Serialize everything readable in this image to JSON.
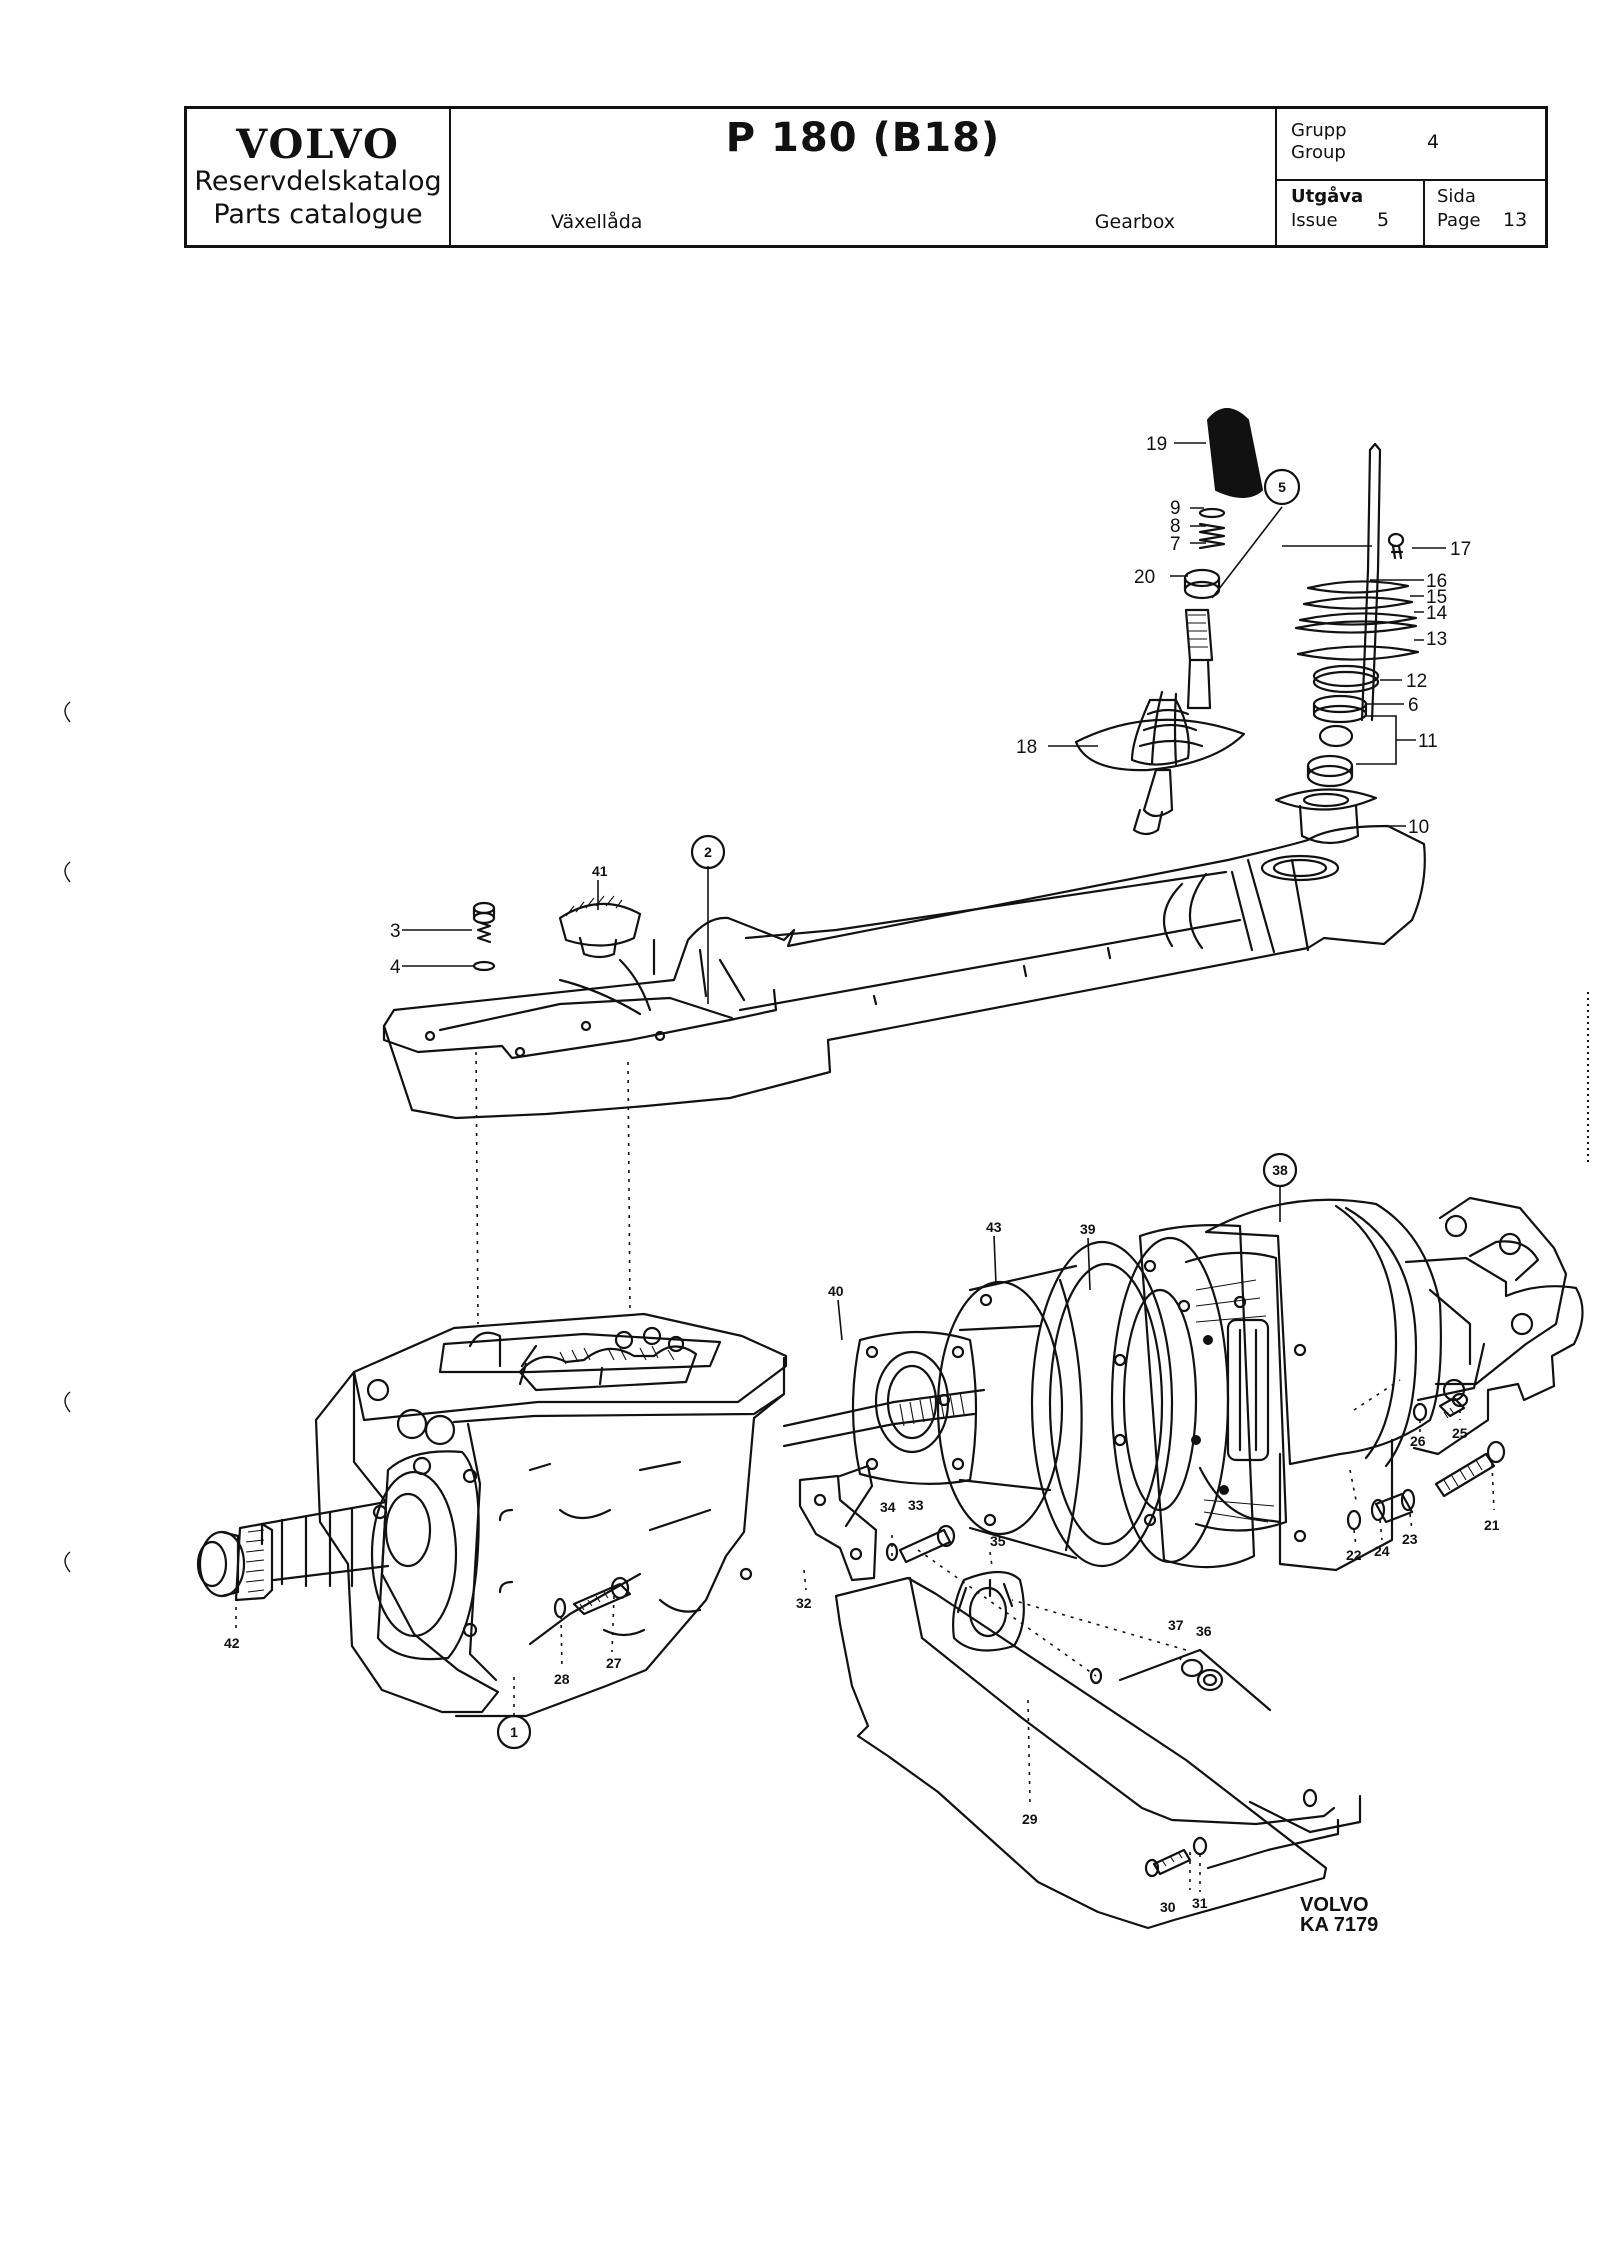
{
  "header": {
    "brand": "VOLVO",
    "catalog_sv": "Reservdelskatalog",
    "catalog_en": "Parts catalogue",
    "model": "P 180 (B18)",
    "subject_sv": "Växellåda",
    "subject_en": "Gearbox",
    "group_label_sv": "Grupp",
    "group_label_en": "Group",
    "group_value": "4",
    "issue_label_sv": "Utgåva",
    "issue_label_en": "Issue",
    "issue_value": "5",
    "page_label_sv": "Sida",
    "page_label_en": "Page",
    "page_value": "13"
  },
  "callouts": {
    "c1": "1",
    "c2": "2",
    "c3": "3",
    "c4": "4",
    "c5": "5",
    "c6": "6",
    "c7": "7",
    "c8": "8",
    "c9": "9",
    "c10": "10",
    "c11": "11",
    "c12": "12",
    "c13": "13",
    "c14": "14",
    "c15": "15",
    "c16": "16",
    "c17": "17",
    "c18": "18",
    "c19": "19",
    "c20": "20",
    "c21": "21",
    "c22": "22",
    "c23": "23",
    "c24": "24",
    "c25": "25",
    "c26": "26",
    "c27": "27",
    "c28": "28",
    "c29": "29",
    "c30": "30",
    "c31": "31",
    "c32": "32",
    "c33": "33",
    "c34": "34",
    "c35": "35",
    "c36": "36",
    "c37": "37",
    "c38": "38",
    "c39": "39",
    "c40": "40",
    "c41": "41",
    "c42": "42",
    "c43": "43"
  },
  "drawing_code": {
    "brand": "VOLVO",
    "number": "KA 7179"
  }
}
